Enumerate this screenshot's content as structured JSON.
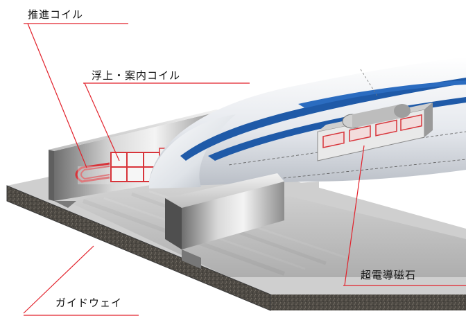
{
  "labels": {
    "propulsion_coil": "推進コイル",
    "levitation_guidance_coil": "浮上・案内コイル",
    "superconducting_magnet": "超電導磁石",
    "guideway": "ガイドウェイ"
  },
  "colors": {
    "leader_line": "#e2202a",
    "coil": "#d8343a",
    "train_stripe": "#1f5aa8",
    "guideway_texture": "#4a4a4a"
  },
  "icons": {
    "train": "maglev-train",
    "guideway": "u-shaped-guideway"
  }
}
